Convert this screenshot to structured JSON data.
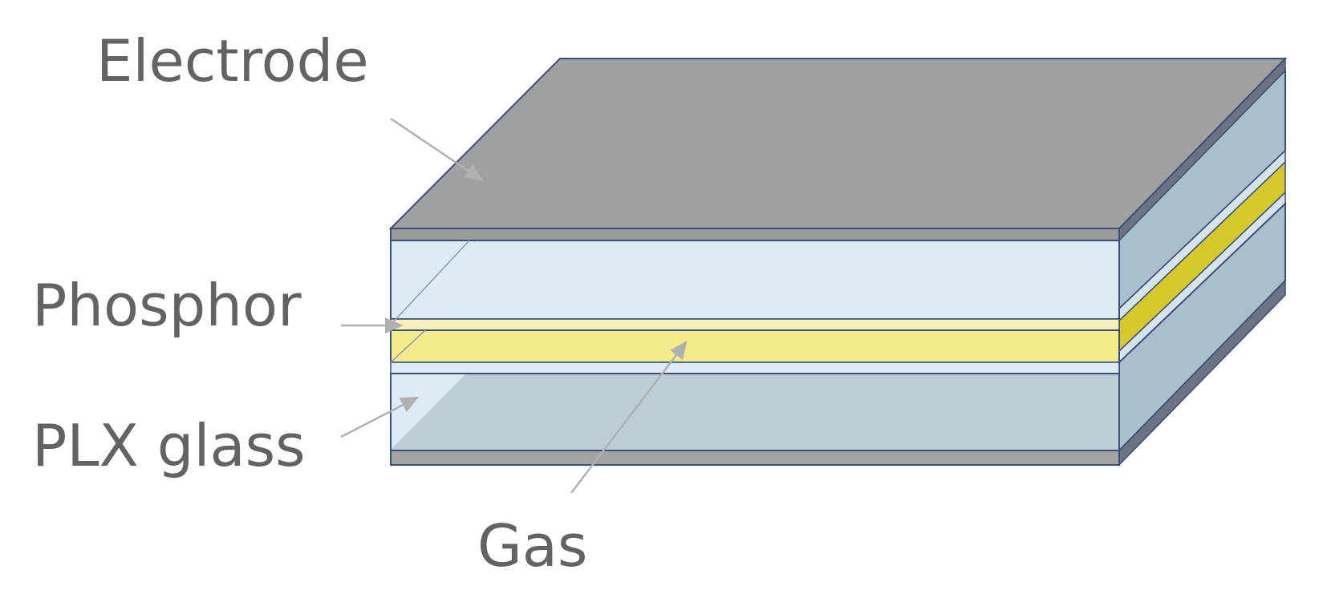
{
  "labels": {
    "electrode": "Electrode",
    "phosphor": "Phosphor",
    "plx_glass": "PLX glass",
    "gas": "Gas"
  },
  "colors": {
    "electrode": "#a0a0a0",
    "electrode_edge": "#3b4f7a",
    "glass_front": "#dcebf6",
    "glass_side": "#a8c0cc",
    "gas_front": "#bccdd3",
    "phosphor_front": "#f3ec8a",
    "phosphor_side": "#d4c82c",
    "phosphor_thin": "#f6efb8",
    "arrow": "#b0b0b0",
    "text": "#636363"
  }
}
